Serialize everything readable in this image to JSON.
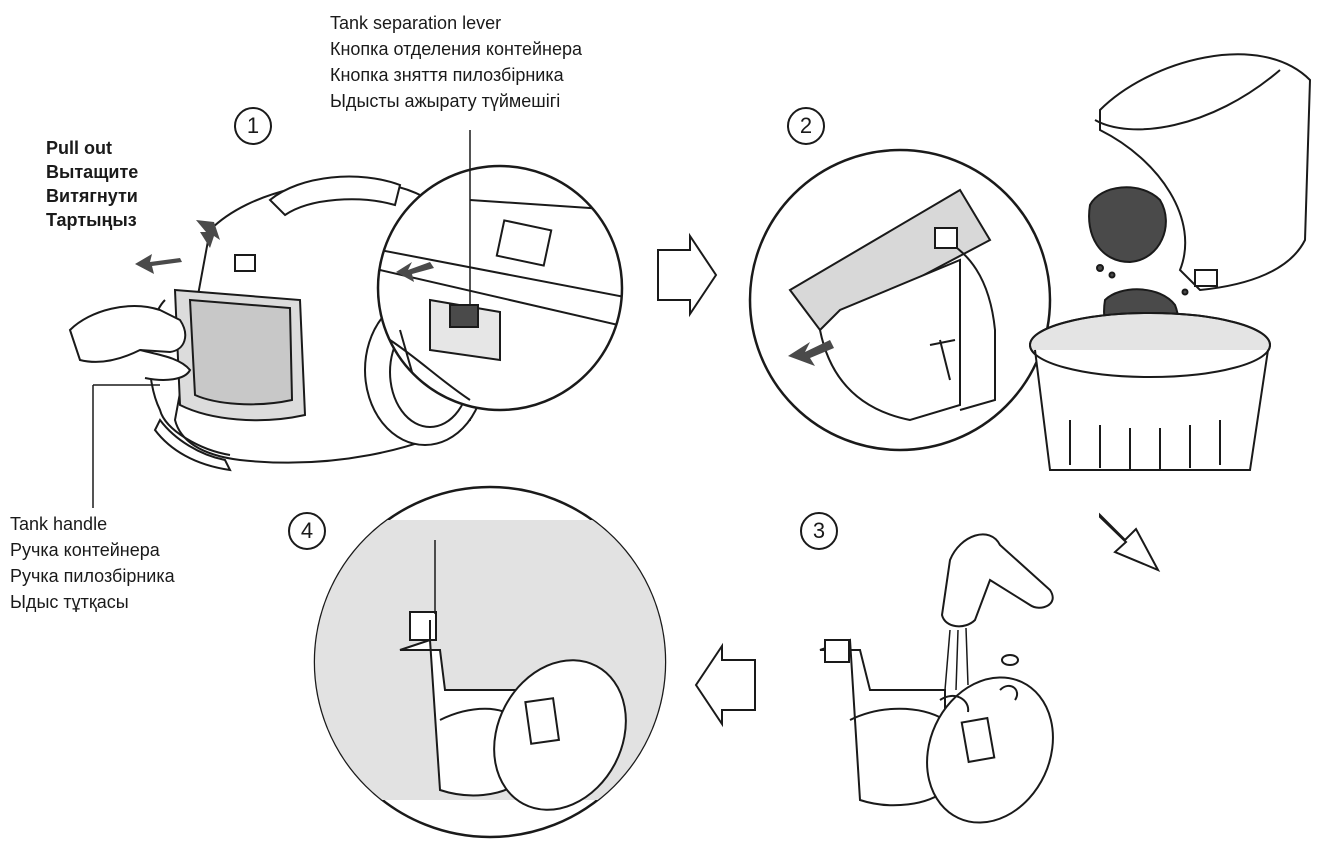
{
  "labels": {
    "tank_separation_lever": [
      "Tank separation lever",
      "Кнопка отделения контейнера",
      "Кнопка зняття пилозбірника",
      "Ыдысты ажырату түймешігі"
    ],
    "pull_out": [
      "Pull out",
      "Вытащите",
      "Витягнути",
      "Тартыңыз"
    ],
    "tank_handle": [
      "Tank handle",
      "Ручка контейнера",
      "Ручка пилозбірника",
      "Ыдыс тұтқасы"
    ]
  },
  "steps": [
    "1",
    "2",
    "3",
    "4"
  ],
  "colors": {
    "line": "#1a1a1a",
    "dark_fill": "#4a4a4a",
    "light_fill": "#e2e2e2",
    "mid_fill": "#bdbdbd"
  }
}
